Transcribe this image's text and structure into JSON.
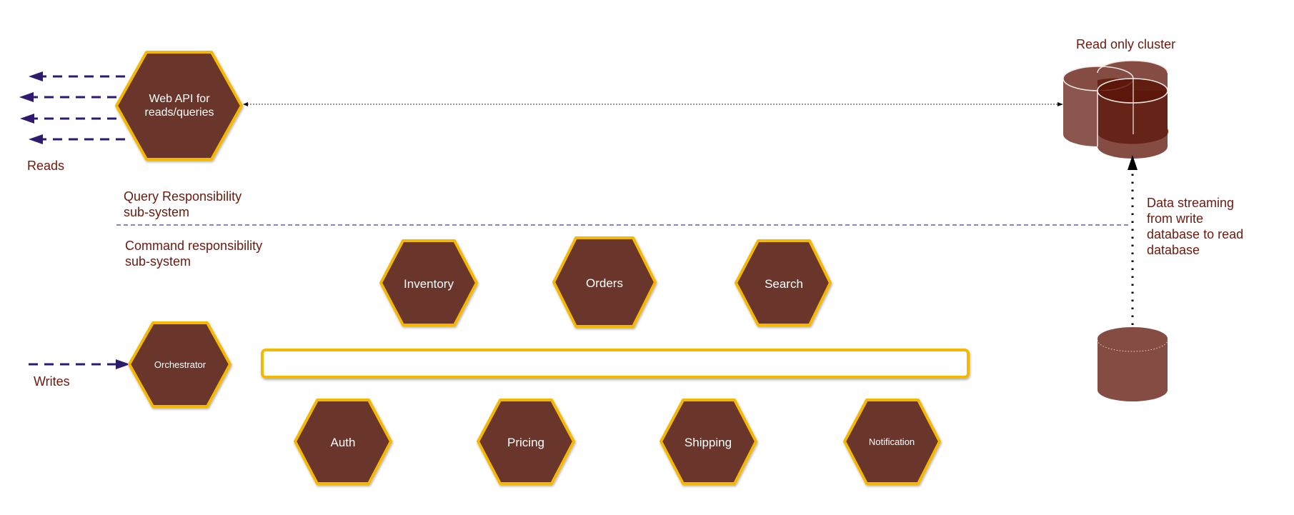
{
  "diagram": {
    "query_api": {
      "label_lines": [
        "Web API for",
        "reads/queries"
      ]
    },
    "reads_label": "Reads",
    "writes_label": "Writes",
    "query_subsystem_lines": [
      "Query Responsibility",
      "sub-system"
    ],
    "command_subsystem_lines": [
      "Command responsibility",
      "sub-system"
    ],
    "orchestrator": {
      "label": "Orchestrator"
    },
    "services_top": [
      {
        "label": "Inventory"
      },
      {
        "label": "Orders"
      },
      {
        "label": "Search"
      }
    ],
    "services_bottom": [
      {
        "label": "Auth"
      },
      {
        "label": "Pricing"
      },
      {
        "label": "Shipping"
      },
      {
        "label": "Notification"
      }
    ],
    "read_cluster_label": "Read only cluster",
    "streaming_label_lines": [
      "Data streaming",
      "from write",
      "database to read",
      "database"
    ],
    "colors": {
      "service_fill": "#6b342a",
      "service_border": "#f5b800",
      "label_text": "#6a1a0e",
      "arrow": "#2e1a6e",
      "database": "#844c43"
    }
  }
}
